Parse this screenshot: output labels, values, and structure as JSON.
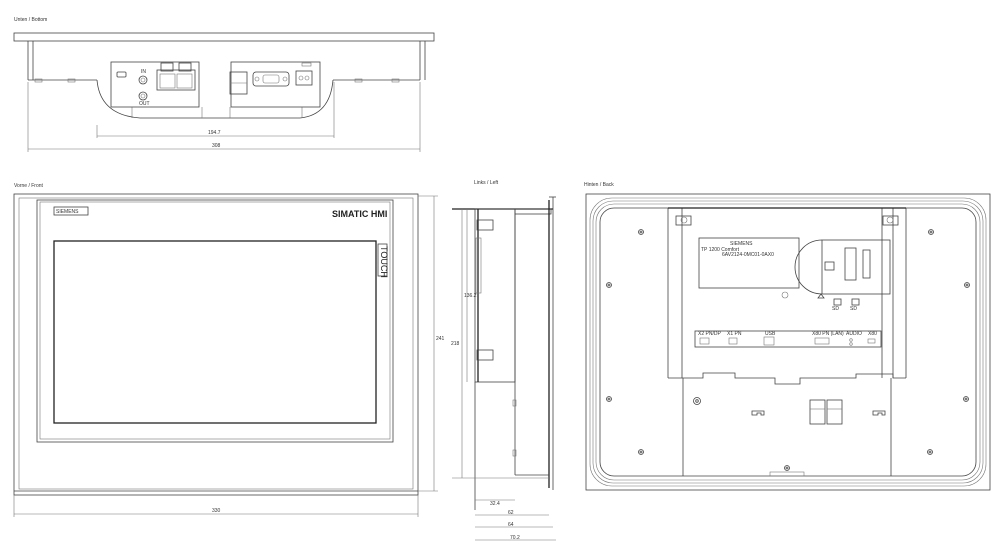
{
  "views": {
    "bottom": {
      "title": "Unten / Bottom",
      "dimensions": {
        "inner_width": "194.7",
        "overall_width": "308"
      },
      "port_labels": {
        "audio_in": "IN",
        "audio_out": "OUT"
      }
    },
    "front": {
      "title": "Vorne / Front",
      "brand": "SIEMENS",
      "product_text": "SIMATIC HMI",
      "touch_text": "TOUCH",
      "dimensions": {
        "width": "330",
        "height": "241"
      }
    },
    "left": {
      "title": "Links / Left",
      "dimensions": {
        "upper_height": "136.2",
        "total_height": "218",
        "d1": "32.4",
        "d2": "62",
        "d3": "64",
        "d4": "70.2"
      }
    },
    "back": {
      "title": "Hinten / Back",
      "rating_plate": {
        "brand": "SIEMENS",
        "model": "TP 1200 Comfort",
        "order_number": "6AV2124-0MC01-0AX0"
      },
      "port_labels": [
        "X2 PN/DP",
        "X1 PN",
        "USB",
        "X80 PN (LAN)",
        "AUDIO",
        "X80"
      ],
      "small_labels": [
        "SD",
        "SD"
      ]
    }
  }
}
